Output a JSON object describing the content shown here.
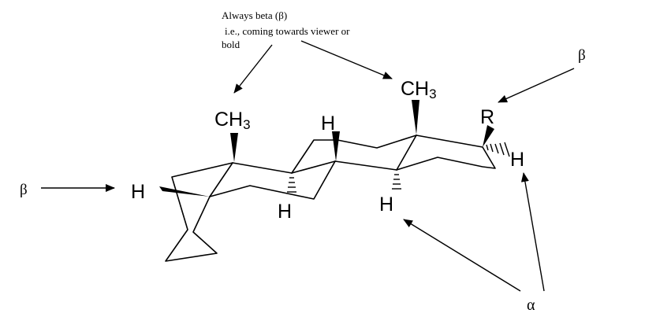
{
  "note": {
    "line1": "Always beta (β)",
    "line2": "i.e., coming towards viewer or",
    "line3": "bold"
  },
  "labels": {
    "beta_left": "β",
    "beta_right": "β",
    "alpha": "α",
    "h_left": "H",
    "h_mid": "H",
    "h_bridge": "H",
    "h_mid_lower": "H",
    "h_right": "H",
    "r_group": "R",
    "ch3_left_main": "CH",
    "ch3_left_sub": "3",
    "ch3_right_main": "CH",
    "ch3_right_sub": "3"
  },
  "colors": {
    "ink": "#000000",
    "background": "#ffffff"
  }
}
